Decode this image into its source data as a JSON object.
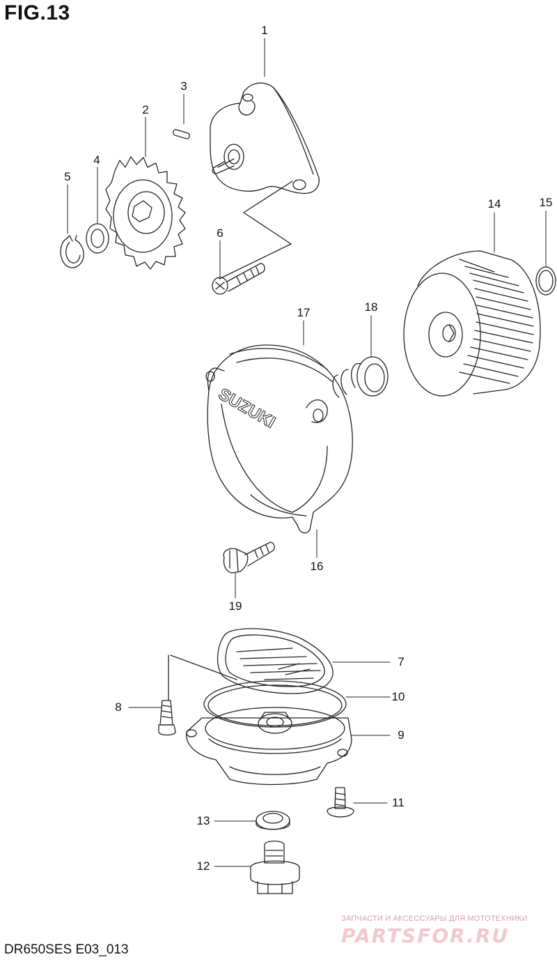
{
  "figure": {
    "title": "FIG.13",
    "code": "DR650SES E03_013"
  },
  "watermark": {
    "tagline": "ЗАПЧАСТИ И АКСЕССУАРЫ ДЛЯ МОТОТЕХНИКИ",
    "brand": "PARTSFOR.RU"
  },
  "cover_lettering": "SUZUKI",
  "callouts": [
    "1",
    "2",
    "3",
    "4",
    "5",
    "6",
    "7",
    "8",
    "9",
    "10",
    "11",
    "12",
    "13",
    "14",
    "15",
    "16",
    "17",
    "18",
    "19"
  ]
}
